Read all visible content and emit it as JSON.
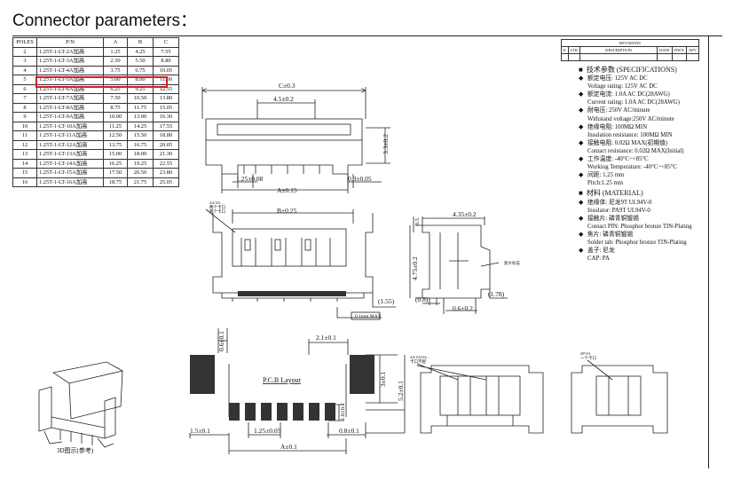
{
  "title": "Connector parameters：",
  "table": {
    "headers": [
      "POLES",
      "P/N",
      "A",
      "B",
      "C"
    ],
    "rows": [
      [
        "2",
        "1.25T-1-LT-2A加高",
        "1.25",
        "4.25",
        "7.55"
      ],
      [
        "3",
        "1.25T-1-LT-3A加高",
        "2.50",
        "5.50",
        "8.80"
      ],
      [
        "4",
        "1.25T-1-LT-4A加高",
        "3.75",
        "6.75",
        "10.05"
      ],
      [
        "5",
        "1.25T-1-LT-5A加高",
        "5.00",
        "8.00",
        "11.30"
      ],
      [
        "6",
        "1.25T-1-LT-6A加高",
        "6.25",
        "9.25",
        "12.55"
      ],
      [
        "7",
        "1.25T-1-LT-7A加高",
        "7.50",
        "10.50",
        "13.80"
      ],
      [
        "8",
        "1.25T-1-LT-8A加高",
        "8.75",
        "11.75",
        "15.05"
      ],
      [
        "9",
        "1.25T-1-LT-9A加高",
        "10.00",
        "13.00",
        "16.30"
      ],
      [
        "10",
        "1.25T-1-LT-10A加高",
        "11.25",
        "14.25",
        "17.55"
      ],
      [
        "11",
        "1.25T-1-LT-11A加高",
        "12.50",
        "15.50",
        "18.80"
      ],
      [
        "12",
        "1.25T-1-LT-12A加高",
        "13.75",
        "16.75",
        "20.05"
      ],
      [
        "13",
        "1.25T-1-LT-13A加高",
        "15.00",
        "18.00",
        "21.30"
      ],
      [
        "14",
        "1.25T-1-LT-14A加高",
        "16.25",
        "19.25",
        "22.55"
      ],
      [
        "15",
        "1.25T-1-LT-15A加高",
        "17.50",
        "20.50",
        "23.80"
      ],
      [
        "16",
        "1.25T-1-LT-16A加高",
        "18.75",
        "21.75",
        "25.05"
      ]
    ],
    "highlighted_poles": "5"
  },
  "revisions": {
    "title": "REVISIONS",
    "headers": [
      "E",
      "LTR",
      "DESCRIPTION",
      "DATE",
      "DWN",
      "APV"
    ]
  },
  "specs": {
    "heading": "技术参数 (SPECIFICATIONS)",
    "items": [
      {
        "cn": "额定电压: 125V AC DC",
        "en": "Voltage rating: 125V AC DC"
      },
      {
        "cn": "额定电流: 1.0A AC DC(28AWG)",
        "en": "Current rating: 1.0A  AC DC(28AWG)"
      },
      {
        "cn": "耐电压: 250V AC/minute",
        "en": "Withstand voltage:250V AC/minute"
      },
      {
        "cn": "绝缘电阻: 100MΩ MIN",
        "en": "Insulation resistance: 100MΩ MIN"
      },
      {
        "cn": "接触电阻: 0.02Ω MAX(初期值)",
        "en": "Contact resistance:  0.02Ω MAX(Initial)"
      },
      {
        "cn": "工作温度: -40°C~+85°C",
        "en": "Working Temperature: -40°C~+85°C"
      },
      {
        "cn": "间距: 1.25 mm",
        "en": "Pitch:1.25 mm"
      }
    ],
    "material_heading": "材料 (MATERIAL)",
    "materials": [
      {
        "cn": "绝缘体: 尼龙9T  UL94V-0",
        "en": "Insulator:  PA9T  UL94V-0"
      },
      {
        "cn": "接触片: 磷青铜镀锡",
        "en": "Contact PIN: Phosphor bronze TIN-Plating"
      },
      {
        "cn": "焦片: 磷青铜镀锡",
        "en": "Solder tab: Phosphor bronze TIN-Plating"
      },
      {
        "cn": "盖子: 尼龙",
        "en": "CAP:  PA"
      }
    ]
  },
  "dims": {
    "c": "C±0.3",
    "w45": "4.5±0.2",
    "h33": "3.3±0.2",
    "p125": "1.25±0.08",
    "p03": "0.3±0.05",
    "a015": "A±0.15",
    "b025": "B±0.25",
    "d155": "(1.55)",
    "flat": "0.1mm MAX",
    "w435": "4.35±0.2",
    "h05": "0.5",
    "h475": "4.75±0.2",
    "d178": "(1.78)",
    "d08": "(0.8)",
    "d062": "0.6±0.2",
    "v06": "0.6±0.1",
    "v21": "2.1±0.1",
    "pcb": "P.C.B Layout",
    "v3": "3±0.1",
    "v52": "5.2±0.1",
    "v16": "1.6±0.1",
    "v15": "1.5±0.1",
    "v125": "1.25±0.05",
    "v08": "0.8±0.1",
    "a01": "A±0.1",
    "note_left": "2A/3A…",
    "note_left2": "两个卡口",
    "note_left3": "两个卡口",
    "note_mid": "4A/5A/6A…",
    "note_mid2": "卡口不配",
    "note_right": "2P/3A",
    "note_right2": "一个卡口",
    "side_note": "焦片标志"
  },
  "caption_3d": "3D图示(参考)"
}
